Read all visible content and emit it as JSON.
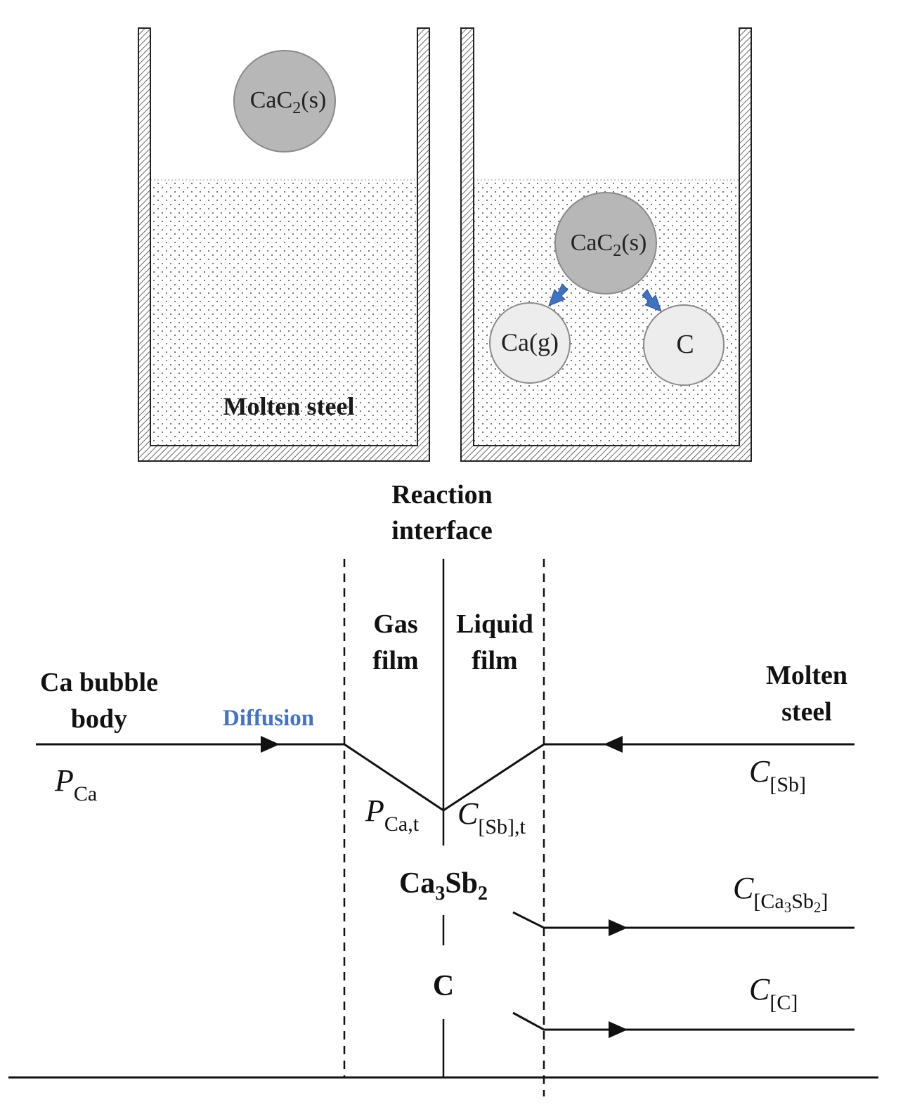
{
  "colors": {
    "particle_dark": "#b7b7b7",
    "particle_light": "#ededed",
    "arrow_blue": "#3f72c0",
    "diffusion_text": "#4472c4"
  },
  "top": {
    "left_particle": {
      "main": "CaC",
      "sub": "2",
      "tail": "(s)"
    },
    "left_liquid_label": "Molten steel",
    "right_particle": {
      "main": "CaC",
      "sub": "2",
      "tail": "(s)"
    },
    "product_ca": "Ca(g)",
    "product_c": "C"
  },
  "bottom": {
    "reaction_interface": [
      "Reaction",
      "interface"
    ],
    "gas_film": [
      "Gas",
      "film"
    ],
    "liquid_film": [
      "Liquid",
      "film"
    ],
    "ca_bubble": [
      "Ca bubble",
      "body"
    ],
    "diffusion": "Diffusion",
    "molten_steel": [
      "Molten",
      "steel"
    ],
    "p_ca": {
      "main": "P",
      "sub": "Ca"
    },
    "p_ca_t": {
      "main": "P",
      "sub": "Ca,t"
    },
    "c_sb_t": {
      "main": "C",
      "sub": "[Sb],t"
    },
    "c_sb": {
      "main": "C",
      "sub": "[Sb]"
    },
    "ca3sb2": {
      "a": "Ca",
      "s1": "3",
      "b": "Sb",
      "s2": "2"
    },
    "c_ca3sb2": {
      "main": "C",
      "open": "[Ca",
      "s1": "3",
      "mid": "Sb",
      "s2": "2",
      "close": "]"
    },
    "c_product": "C",
    "c_c": {
      "main": "C",
      "sub": "[C]"
    }
  }
}
